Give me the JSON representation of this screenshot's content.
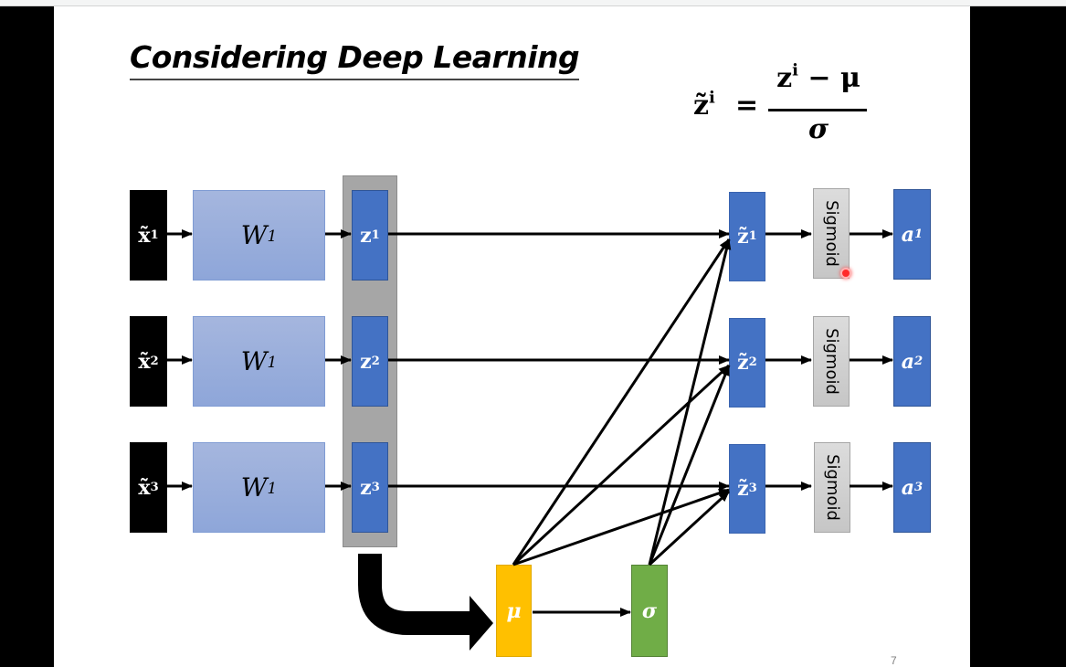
{
  "slide": {
    "title": "Considering Deep Learning",
    "page_number": "7",
    "formula": {
      "lhs": "z̃",
      "lhs_sup": "i",
      "equals": "=",
      "numerator": "z",
      "numerator_sup": "i",
      "numerator_rest": " − μ",
      "denominator": "σ"
    }
  },
  "diagram": {
    "rows": [
      {
        "input": "x̃",
        "input_sup": "1",
        "weight": "W",
        "weight_sup": "1",
        "z": "z",
        "z_sup": "1",
        "z_norm": "z̃",
        "z_norm_sup": "1",
        "activation": "Sigmoid",
        "output": "a",
        "output_sup": "1"
      },
      {
        "input": "x̃",
        "input_sup": "2",
        "weight": "W",
        "weight_sup": "1",
        "z": "z",
        "z_sup": "2",
        "z_norm": "z̃",
        "z_norm_sup": "2",
        "activation": "Sigmoid",
        "output": "a",
        "output_sup": "2"
      },
      {
        "input": "x̃",
        "input_sup": "3",
        "weight": "W",
        "weight_sup": "1",
        "z": "z",
        "z_sup": "3",
        "z_norm": "z̃",
        "z_norm_sup": "3",
        "activation": "Sigmoid",
        "output": "a",
        "output_sup": "3"
      }
    ],
    "mean_label": "μ",
    "std_label": "σ",
    "colors": {
      "input": "#000000",
      "weight": "#8ea6d9",
      "z": "#4472c4",
      "z_group": "#a6a6a6",
      "sigmoid": "#d0d0d0",
      "mean": "#ffc000",
      "std": "#70ad47"
    }
  }
}
